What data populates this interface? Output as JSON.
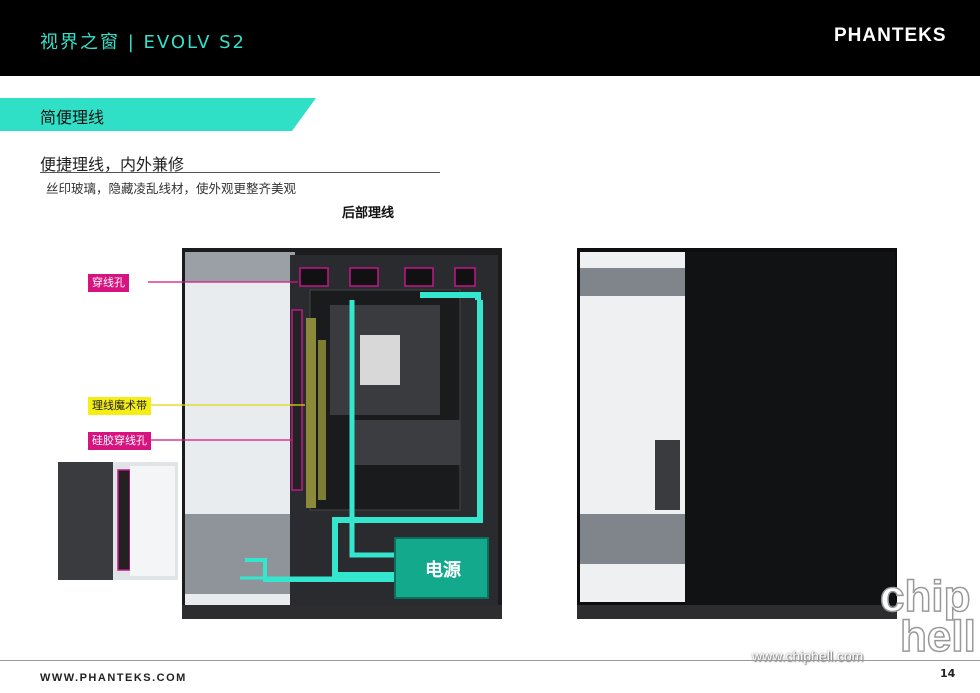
{
  "header": {
    "title": "视界之窗 | EVOLV S2",
    "brand": "PHANTEKS"
  },
  "section": {
    "tab_label": "简便理线",
    "subtitle": "便捷理线，内外兼修",
    "description": "丝印玻璃，隐藏凌乱线材，使外观更整齐美观",
    "caption": "后部理线"
  },
  "callouts": {
    "cable_holes": "穿线孔",
    "velcro_straps": "理线魔术带",
    "rubber_grommets": "硅胶穿线孔",
    "psu_label": "电源"
  },
  "colors": {
    "accent_teal": "#2fe0c6",
    "callout_pink": "#d6137e",
    "callout_yellow": "#f4ee14",
    "cable_teal": "#35e6cf",
    "psu_green": "#13a98c"
  },
  "footer": {
    "url": "WWW.PHANTEKS.COM",
    "page_number": "14"
  },
  "watermark": {
    "site": "www.chiphell.com",
    "logo_top": "chip",
    "logo_bottom": "hell"
  }
}
